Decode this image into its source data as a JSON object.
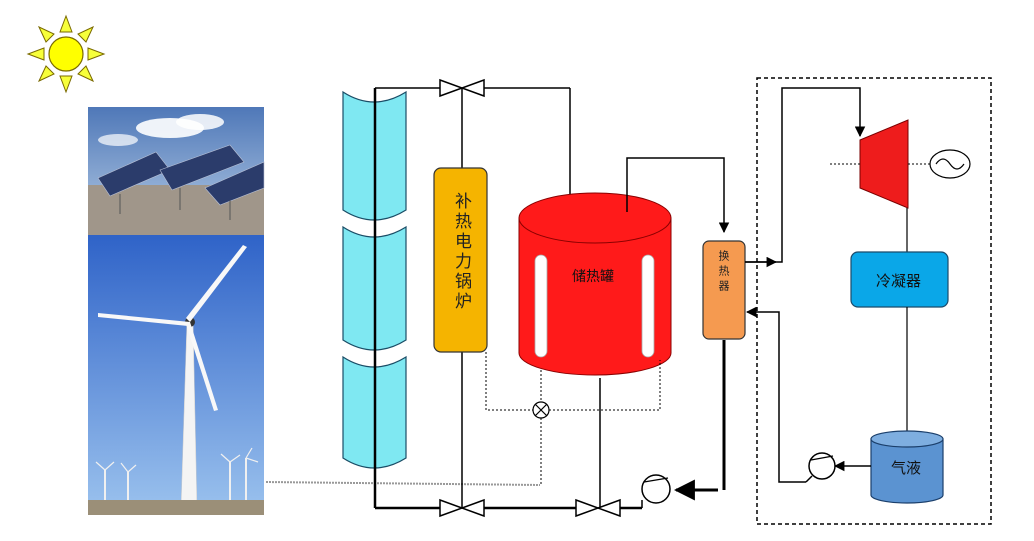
{
  "diagram": {
    "boiler_label": "补热电力锅炉",
    "tank_label": "储热罐",
    "exchanger_label": "换热器",
    "condenser_label": "冷凝器",
    "separator_label": "气液"
  },
  "colors": {
    "solar_tube": "#7fe8f2",
    "boiler": "#f5b400",
    "tank": "#ff1a1a",
    "exchanger": "#f59a50",
    "turbine": "#ee1c1c",
    "condenser": "#0aa7e8",
    "separator": "#5b93d1"
  },
  "icons": {
    "sun": "sun-icon",
    "generator": "generator-sine-icon",
    "pump": "pump-icon",
    "valve": "valve-icon",
    "mixing_valve": "mixing-valve-icon"
  }
}
